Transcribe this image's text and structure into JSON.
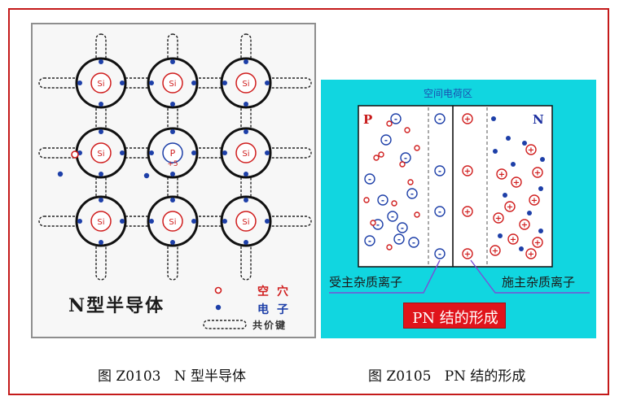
{
  "figure_left": {
    "title": "N型半导体",
    "caption": "图 Z0103   N 型半导体",
    "center_atom_label": "P",
    "center_atom_charge": "+5",
    "lattice_atom_label": "Si",
    "legend": {
      "hole": "空穴",
      "electron": "电子",
      "bond": "共价键"
    }
  },
  "figure_right": {
    "space_charge_label": "空间电荷区",
    "p_label": "P",
    "n_label": "N",
    "acceptor_label": "受主杂质离子",
    "donor_label": "施主杂质离子",
    "title": "PN 结的形成",
    "caption": "图 Z0105   PN 结的形成"
  },
  "colors": {
    "frame": "#c41a1a",
    "cyan_background": "#11d6e0",
    "hole": "#d01e1e",
    "electron": "#1d3fa8",
    "title_box": "#e0141b"
  }
}
